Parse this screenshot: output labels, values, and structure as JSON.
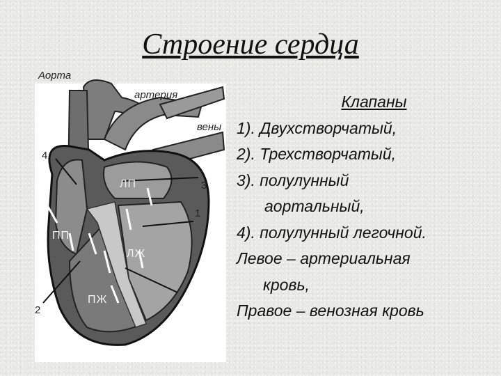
{
  "title": "Строение сердца",
  "diagram": {
    "labels": {
      "aorta": "Аорта",
      "artery": "артерия",
      "veins": "вены",
      "left_atrium": "ЛП",
      "right_atrium": "ПП",
      "left_ventricle": "ЛЖ",
      "right_ventricle": "ПЖ",
      "n1": "1",
      "n2": "2",
      "n3": "3",
      "n4": "4"
    }
  },
  "valves": {
    "heading": "Клапаны",
    "lines": [
      "1). Двухстворчатый,",
      "2). Трехстворчатый,",
      "3). полулунный",
      "аортальный,",
      "4). полулунный легочной.",
      "Левое – артериальная",
      "кровь,",
      "Правое – венозная кровь"
    ]
  }
}
